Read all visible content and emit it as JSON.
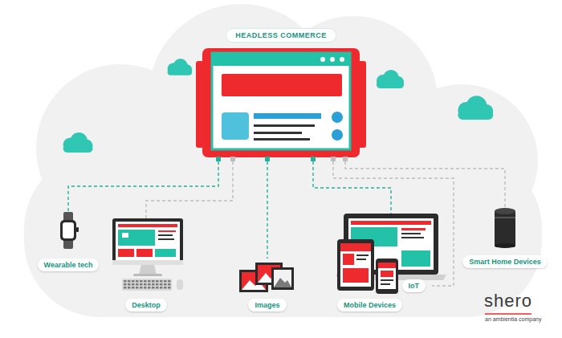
{
  "diagram": {
    "nodes": [
      {
        "text": [
          "HEADLESS COMMERCE"
        ]
      },
      {
        "text": [
          "Wearable tech"
        ]
      },
      {
        "text": [
          "Desktop"
        ]
      },
      {
        "text": [
          "Images"
        ]
      },
      {
        "text": [
          "Mobile Devices"
        ]
      },
      {
        "text": [
          "IoT"
        ]
      },
      {
        "text": [
          "Smart Home Devices"
        ]
      }
    ],
    "edges": [
      {
        "from": 0,
        "to": 1,
        "arrow": "none"
      },
      {
        "from": 0,
        "to": 2,
        "arrow": "none"
      },
      {
        "from": 0,
        "to": 3,
        "arrow": "none"
      },
      {
        "from": 0,
        "to": 4,
        "arrow": "none"
      },
      {
        "from": 0,
        "to": 5,
        "arrow": "none"
      },
      {
        "from": 0,
        "to": 6,
        "arrow": "none"
      }
    ],
    "labels": [
      "shero",
      "an ambientia company"
    ]
  }
}
